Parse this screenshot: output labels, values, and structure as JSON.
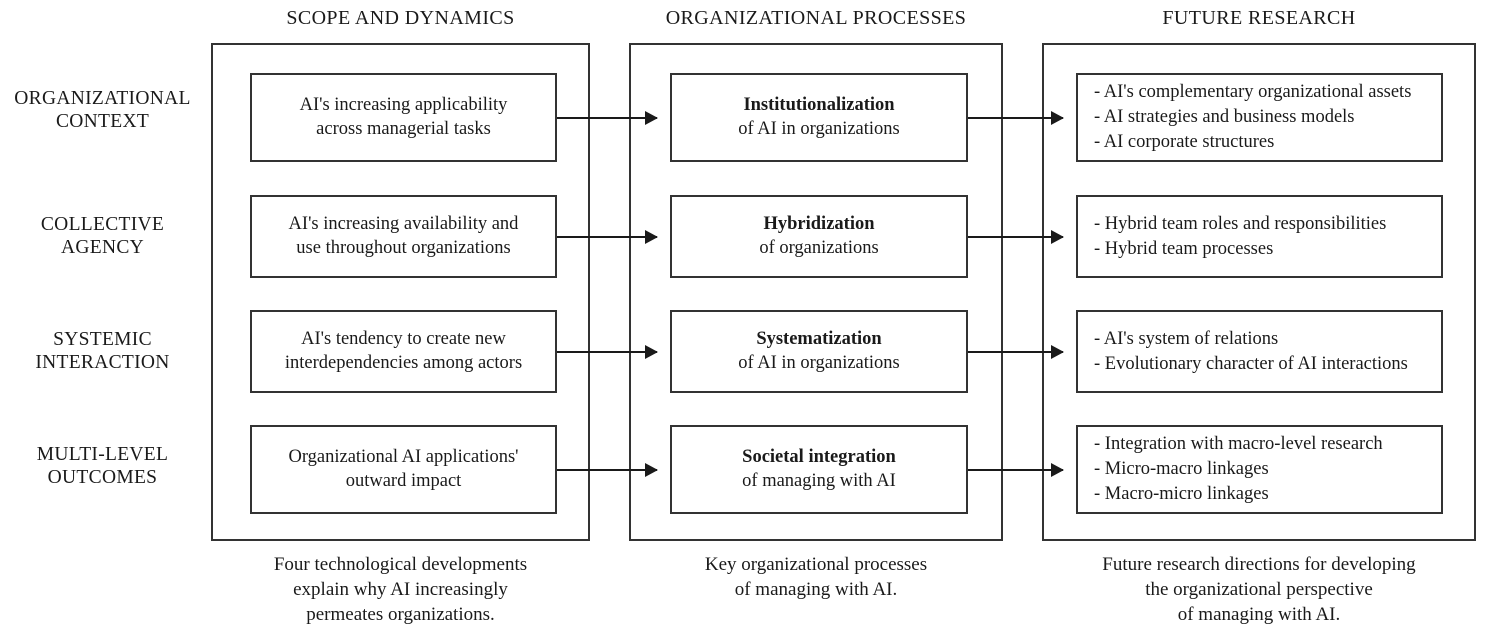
{
  "figure": {
    "columns": [
      {
        "key": "scope",
        "header": "SCOPE AND DYNAMICS",
        "caption_lines": [
          "Four technological developments",
          "explain why AI increasingly",
          "permeates organizations."
        ]
      },
      {
        "key": "process",
        "header": "ORGANIZATIONAL PROCESSES",
        "caption_lines": [
          "Key organizational processes",
          "of managing with AI."
        ]
      },
      {
        "key": "future",
        "header": "FUTURE RESEARCH",
        "caption_lines": [
          "Future research directions for developing",
          "the organizational perspective",
          "of managing with AI."
        ]
      }
    ],
    "rows": [
      {
        "key": "organizational-context",
        "label_lines": [
          "ORGANIZATIONAL",
          "CONTEXT"
        ],
        "scope_lines": [
          "AI's increasing applicability",
          "across managerial tasks"
        ],
        "process_title": "Institutionalization",
        "process_subtitle": "of AI in organizations",
        "future_bullets": [
          "- AI's complementary organizational assets",
          "- AI strategies and business models",
          "- AI corporate structures"
        ]
      },
      {
        "key": "collective-agency",
        "label_lines": [
          "COLLECTIVE",
          "AGENCY"
        ],
        "scope_lines": [
          "AI's increasing availability and",
          "use throughout organizations"
        ],
        "process_title": "Hybridization",
        "process_subtitle": "of organizations",
        "future_bullets": [
          "- Hybrid team roles and responsibilities",
          "- Hybrid team processes"
        ]
      },
      {
        "key": "systemic-interaction",
        "label_lines": [
          "SYSTEMIC",
          "INTERACTION"
        ],
        "scope_lines": [
          "AI's tendency to create new",
          "interdependencies among actors"
        ],
        "process_title": "Systematization",
        "process_subtitle": "of AI in organizations",
        "future_bullets": [
          "- AI's system of relations",
          "- Evolutionary character of AI interactions"
        ]
      },
      {
        "key": "multi-level-outcomes",
        "label_lines": [
          "MULTI-LEVEL",
          "OUTCOMES"
        ],
        "scope_lines": [
          "Organizational AI applications'",
          "outward impact"
        ],
        "process_title": "Societal integration",
        "process_subtitle": "of managing with AI",
        "future_bullets": [
          "- Integration with macro-level research",
          "- Micro-macro linkages",
          "- Macro-micro linkages"
        ]
      }
    ],
    "colors": {
      "background": "#ffffff",
      "text": "#1a1a1a",
      "border": "#333333",
      "arrow": "#1a1a1a"
    }
  }
}
